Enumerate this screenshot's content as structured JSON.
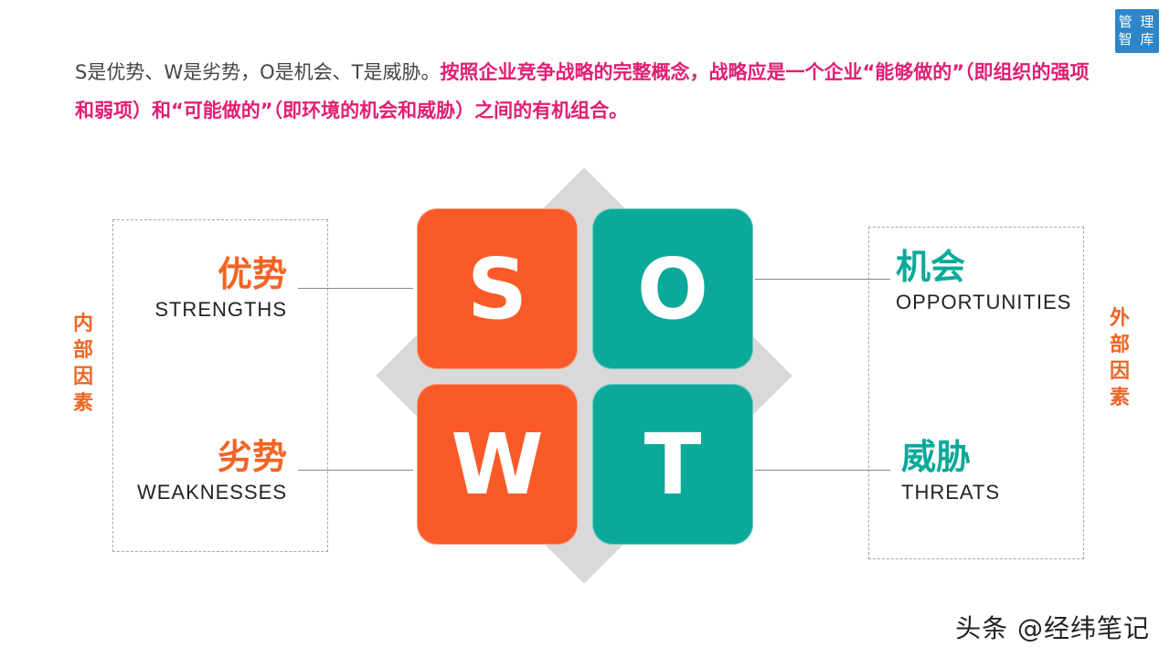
{
  "logo": {
    "line1": "管 理",
    "line2": "智 库"
  },
  "intro": {
    "plain": "S是优势、W是劣势，O是机会、T是威胁。",
    "highlight": "按照企业竞争战略的完整概念，战略应是一个企业“能够做的”（即组织的强项和弱项）和“可能做的”（即环境的机会和威胁）之间的有机组合。"
  },
  "side_labels": {
    "internal": [
      "内",
      "部",
      "因",
      "素"
    ],
    "external": [
      "外",
      "部",
      "因",
      "素"
    ]
  },
  "tiles": {
    "s": "S",
    "o": "O",
    "w": "W",
    "t": "T"
  },
  "quadrants": {
    "strengths": {
      "cn": "优势",
      "en": "STRENGTHS"
    },
    "weaknesses": {
      "cn": "劣势",
      "en": "WEAKNESSES"
    },
    "opportunities": {
      "cn": "机会",
      "en": "OPPORTUNITIES"
    },
    "threats": {
      "cn": "威胁",
      "en": "THREATS"
    }
  },
  "watermark": "头条 @经纬笔记",
  "colors": {
    "orange": "#f95a27",
    "teal": "#0ba99a",
    "pink": "#e21d74",
    "logo_blue": "#2e86c9"
  }
}
